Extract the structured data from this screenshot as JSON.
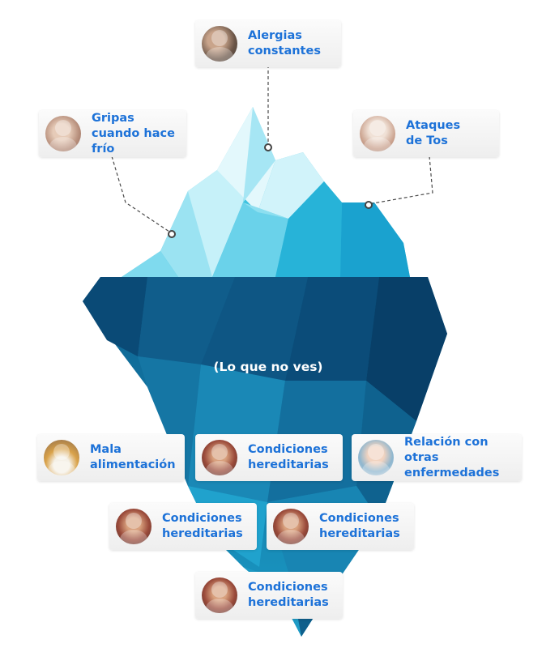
{
  "center_label": "(Lo que no ves)",
  "visible_symptoms": [
    {
      "id": "alergias",
      "label": "Alergias constantes",
      "icon": "person-sneezing-photo"
    },
    {
      "id": "gripas",
      "label": "Gripas cuando hace frío",
      "icon": "sick-child-photo"
    },
    {
      "id": "tos",
      "label": "Ataques de Tos",
      "icon": "child-coughing-photo"
    }
  ],
  "hidden_causes": [
    {
      "id": "alimentacion",
      "label": "Mala alimentación",
      "icon": "child-eating-photo"
    },
    {
      "id": "hereditarias-1",
      "label": "Condiciones hereditarias",
      "icon": "family-photo"
    },
    {
      "id": "relacion",
      "label": "Relación con otras enfermedades",
      "icon": "child-inhaler-photo"
    },
    {
      "id": "hereditarias-2",
      "label": "Condiciones hereditarias",
      "icon": "family-photo"
    },
    {
      "id": "hereditarias-3",
      "label": "Condiciones hereditarias",
      "icon": "family-photo"
    },
    {
      "id": "hereditarias-4",
      "label": "Condiciones hereditarias",
      "icon": "family-photo"
    }
  ],
  "colors": {
    "label_blue": "#1d72d8",
    "ice_light": "#bdeef7",
    "ice_mid": "#3fc3e0",
    "water_dark": "#0b4f7c",
    "water_mid": "#1478a6"
  }
}
